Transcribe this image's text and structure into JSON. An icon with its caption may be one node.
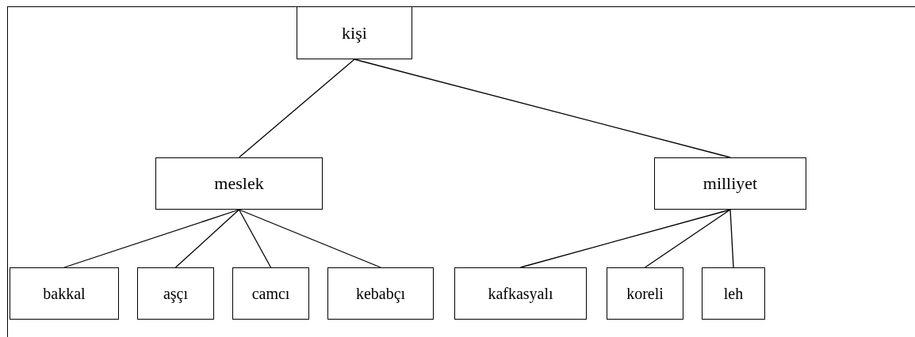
{
  "diagram": {
    "nodes": [
      {
        "text": [
          "kişi"
        ]
      },
      {
        "text": [
          "meslek"
        ]
      },
      {
        "text": [
          "milliyet"
        ]
      },
      {
        "text": [
          "bakkal"
        ]
      },
      {
        "text": [
          "aşçı"
        ]
      },
      {
        "text": [
          "camcı"
        ]
      },
      {
        "text": [
          "kebabçı"
        ]
      },
      {
        "text": [
          "kafkasyalı"
        ]
      },
      {
        "text": [
          "koreli"
        ]
      },
      {
        "text": [
          "leh"
        ]
      }
    ],
    "edges": [
      {
        "from": 0,
        "to": 1,
        "arrow": "none"
      },
      {
        "from": 0,
        "to": 2,
        "arrow": "none"
      },
      {
        "from": 1,
        "to": 3,
        "arrow": "none"
      },
      {
        "from": 1,
        "to": 4,
        "arrow": "none"
      },
      {
        "from": 1,
        "to": 5,
        "arrow": "none"
      },
      {
        "from": 1,
        "to": 6,
        "arrow": "none"
      },
      {
        "from": 2,
        "to": 7,
        "arrow": "none"
      },
      {
        "from": 2,
        "to": 8,
        "arrow": "none"
      },
      {
        "from": 2,
        "to": 9,
        "arrow": "none"
      }
    ]
  }
}
